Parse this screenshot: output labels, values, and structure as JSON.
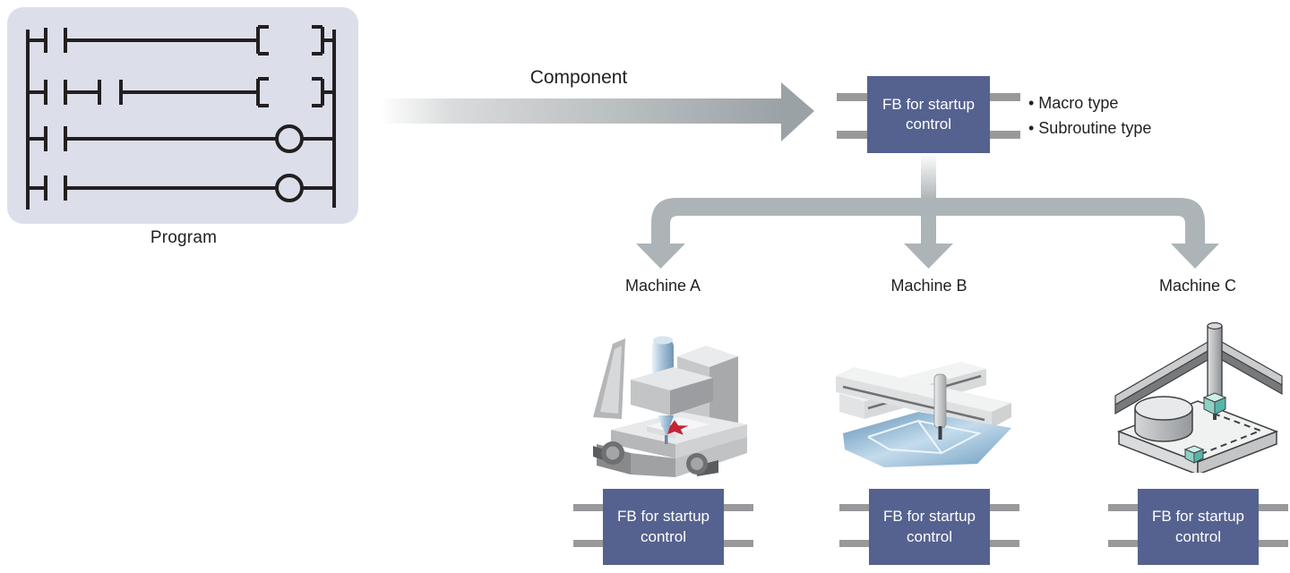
{
  "program": {
    "label": "Program"
  },
  "component": {
    "label": "Component"
  },
  "fb_block": {
    "label": "FB for startup control"
  },
  "fb_types": {
    "items": [
      "• Macro type",
      "• Subroutine type"
    ]
  },
  "machines": [
    {
      "label": "Machine A",
      "type": "cnc-milling-machine"
    },
    {
      "label": "Machine B",
      "type": "gantry-cutting-machine"
    },
    {
      "label": "Machine C",
      "type": "coordinate-measuring-machine"
    }
  ],
  "colors": {
    "panel_bg": "#dcdeea",
    "ink": "#231f20",
    "fb_box": "#55628f",
    "fb_text": "#ffffff",
    "pin_gray": "#98999b",
    "arrow_gray": "#adb4b8",
    "star_red": "#c32433",
    "probe_teal": "#8fd0c4"
  }
}
